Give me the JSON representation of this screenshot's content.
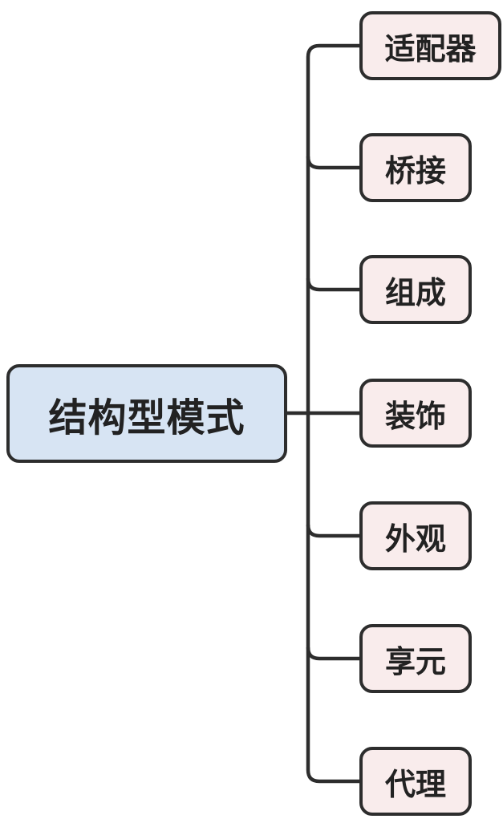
{
  "diagram": {
    "type": "mindmap",
    "root": {
      "label": "结构型模式"
    },
    "children": [
      {
        "label": "适配器"
      },
      {
        "label": "桥接"
      },
      {
        "label": "组成"
      },
      {
        "label": "装饰"
      },
      {
        "label": "外观"
      },
      {
        "label": "享元"
      },
      {
        "label": "代理"
      }
    ],
    "colors": {
      "root-fill": "#d7e4f3",
      "child-fill": "#f9ecec",
      "border": "#2d2d2d",
      "line": "#2d2d2d",
      "text": "#222222",
      "bg": "#ffffff"
    }
  }
}
